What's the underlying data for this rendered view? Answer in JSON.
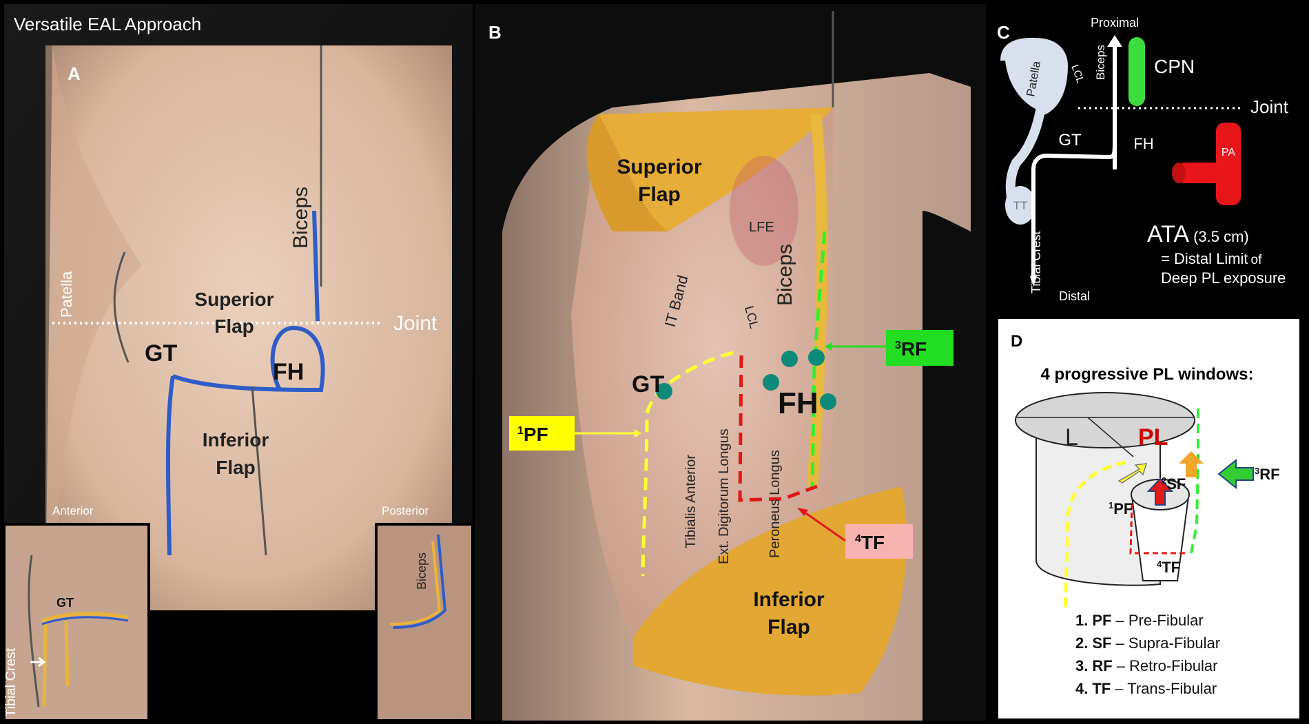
{
  "figure_title": "Versatile EAL Approach",
  "panels": {
    "a": {
      "letter": "A",
      "labels": {
        "biceps": "Biceps",
        "patella": "Patella",
        "superior_flap_1": "Superior",
        "superior_flap_2": "Flap",
        "joint": "Joint",
        "gt": "GT",
        "fh": "FH",
        "inferior_flap_1": "Inferior",
        "inferior_flap_2": "Flap"
      },
      "insets": {
        "anterior": "Anterior",
        "posterior": "Posterior",
        "gt": "GT",
        "biceps": "Biceps",
        "tibial_crest": "Tibial Crest"
      }
    },
    "b": {
      "letter": "B",
      "labels": {
        "superior_flap_1": "Superior",
        "superior_flap_2": "Flap",
        "lfe": "LFE",
        "biceps": "Biceps",
        "it_band": "IT Band",
        "lcl": "LCL",
        "gt": "GT",
        "fh": "FH",
        "tibialis_anterior": "Tibialis Anterior",
        "ext_digitorum_longus": "Ext. Digitorum Longus",
        "peroneus_longus": "Peroneus Longus",
        "inferior_flap_1": "Inferior",
        "inferior_flap_2": "Flap"
      },
      "tags": {
        "pf": {
          "sup": "1",
          "text": "PF",
          "color": "#ffff00"
        },
        "rf": {
          "sup": "3",
          "text": "RF",
          "color": "#22dd22"
        },
        "tf": {
          "sup": "4",
          "text": "TF",
          "color": "#f7b3b0"
        }
      }
    },
    "c": {
      "letter": "C",
      "labels": {
        "proximal": "Proximal",
        "biceps": "Biceps",
        "lcl": "LCL",
        "cpn": "CPN",
        "patella": "Patella",
        "joint": "Joint",
        "gt": "GT",
        "fh": "FH",
        "tt": "TT",
        "pa": "PA",
        "tibial_crest": "Tibial Crest",
        "distal": "Distal",
        "ata": "ATA",
        "ata_size": "(3.5 cm)",
        "note_line1_a": "= Distal Limit",
        "note_line1_b": "of",
        "note_line2": "Deep PL exposure"
      }
    },
    "d": {
      "letter": "D",
      "title": "4 progressive PL windows:",
      "labels": {
        "l": "L",
        "pl": "PL",
        "pf_sup": "1",
        "pf": "PF",
        "sf_sup": "2",
        "sf": "SF",
        "rf_sup": "3",
        "rf": "RF",
        "tf_sup": "4",
        "tf": "TF"
      },
      "list": [
        {
          "num": "1.",
          "abbr": "PF",
          "desc": "– Pre-Fibular"
        },
        {
          "num": "2.",
          "abbr": "SF",
          "desc": "– Supra-Fibular"
        },
        {
          "num": "3.",
          "abbr": "RF",
          "desc": "– Retro-Fibular"
        },
        {
          "num": "4.",
          "abbr": "TF",
          "desc": "– Trans-Fibular"
        }
      ]
    }
  },
  "colors": {
    "skin": "#e6c8b2",
    "fat": "#e9b43c",
    "muscle": "#d8b0a0",
    "yellow_line": "#ffff33",
    "red_line": "#e01818",
    "green_line": "#33ee33",
    "marker": "#0e8a7a",
    "pa_red": "#e8161b",
    "cpn_green": "#3ddc3d"
  }
}
